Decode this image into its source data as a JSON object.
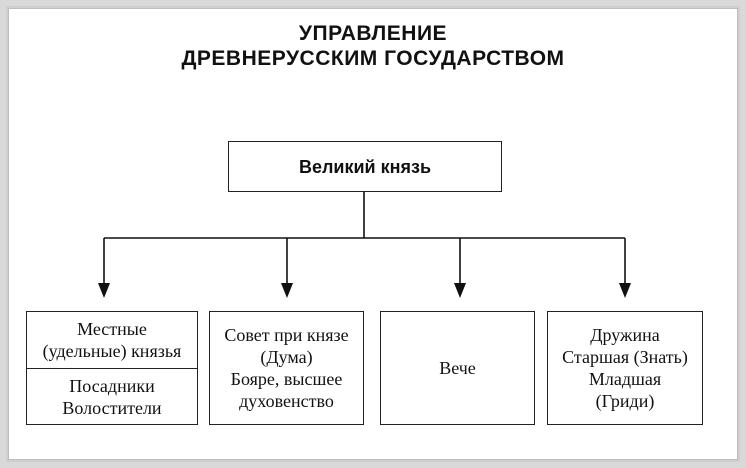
{
  "title": {
    "line1": "УПРАВЛЕНИЕ",
    "line2": "ДРЕВНЕРУССКИМ ГОСУДАРСТВОМ"
  },
  "root": {
    "label": "Великий князь"
  },
  "branches": [
    {
      "id": "local",
      "cells": [
        "Местные\n(удельные) князья",
        "Посадники\nВолостители"
      ]
    },
    {
      "id": "council",
      "label": "Совет при князе\n(Дума)\nБояре, высшее\nдуховенство"
    },
    {
      "id": "veche",
      "label": "Вече"
    },
    {
      "id": "druzhina",
      "label": "Дружина\nСтаршая (Знать)\nМладшая\n(Гриди)"
    }
  ]
}
